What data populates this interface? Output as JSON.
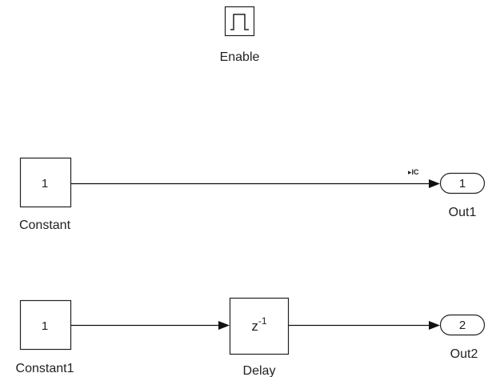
{
  "blocks": {
    "enable": {
      "label": "Enable",
      "icon": "pulse-icon"
    },
    "constant": {
      "value": "1",
      "label": "Constant"
    },
    "constant1": {
      "value": "1",
      "label": "Constant1"
    },
    "delay": {
      "base": "z",
      "exponent": "-1",
      "label": "Delay"
    },
    "out1": {
      "port": "1",
      "label": "Out1",
      "port_marker": "▸IC"
    },
    "out2": {
      "port": "2",
      "label": "Out2"
    }
  },
  "colors": {
    "background": "#ffffff",
    "block_fill": "#ffffff",
    "block_stroke": "#222222",
    "signal_line": "#111111",
    "text": "#222222"
  }
}
